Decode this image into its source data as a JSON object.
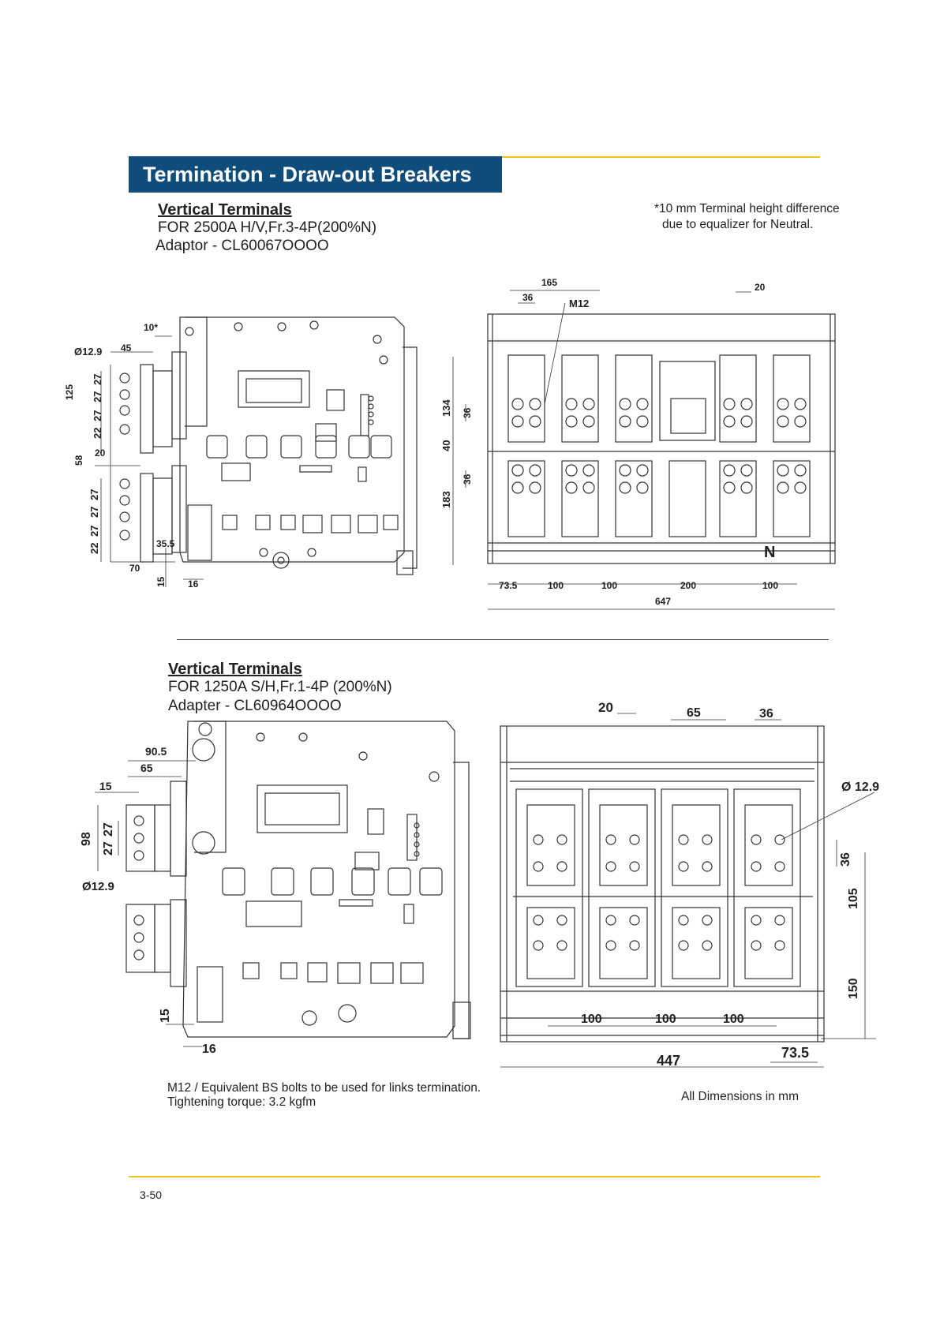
{
  "header": {
    "title": "Termination - Draw-out Breakers",
    "accent_color": "#f0c419",
    "title_bg_color": "#0e4c7c"
  },
  "section1": {
    "heading": "Vertical Terminals",
    "line1": "FOR 2500A H/V,Fr.3-4P(200%N)",
    "line2": "Adaptor - CL60067OOOO",
    "note_line1": "*10 mm Terminal height difference",
    "note_line2": "due to equalizer for Neutral.",
    "side_dims": [
      "10*",
      "Ø12.9",
      "45",
      "125",
      "22",
      "27",
      "27",
      "27",
      "58",
      "20",
      "22",
      "27",
      "27",
      "27",
      "35.5",
      "70",
      "15",
      "16"
    ],
    "front_dims": [
      "165",
      "36",
      "M12",
      "20",
      "134",
      "36",
      "40",
      "36",
      "183",
      "N",
      "73.5",
      "100",
      "100",
      "200",
      "100",
      "647"
    ]
  },
  "section2": {
    "heading": "Vertical Terminals",
    "line1": "FOR 1250A S/H,Fr.1-4P (200%N)",
    "line2": "Adapter - CL60964OOOO",
    "side_dims": [
      "90.5",
      "65",
      "15",
      "98",
      "27",
      "27",
      "Ø12.9",
      "15",
      "16"
    ],
    "front_dims": [
      "20",
      "65",
      "36",
      "Ø 12.9",
      "36",
      "105",
      "150",
      "100",
      "100",
      "100",
      "447",
      "73.5"
    ],
    "footnote_line1": "M12 / Equivalent BS bolts to be used for links termination.",
    "footnote_line2": "Tightening torque: 3.2 kgfm",
    "dimensions_note": "All Dimensions in mm"
  },
  "footer": {
    "page_number": "3-50"
  }
}
